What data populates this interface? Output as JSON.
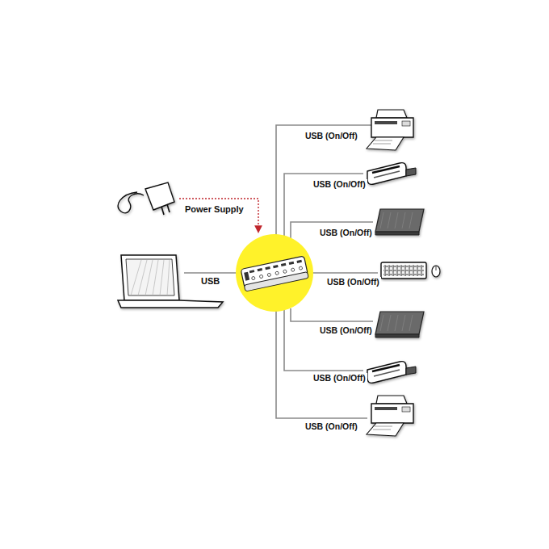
{
  "diagram": {
    "labels": [
      "USB (On/Off)",
      "USB (On/Off)",
      "Power Supply",
      "USB (On/Off)",
      "USB",
      "USB (On/Off)",
      "USB (On/Off)",
      "USB (On/Off)",
      "USB (On/Off)"
    ]
  }
}
